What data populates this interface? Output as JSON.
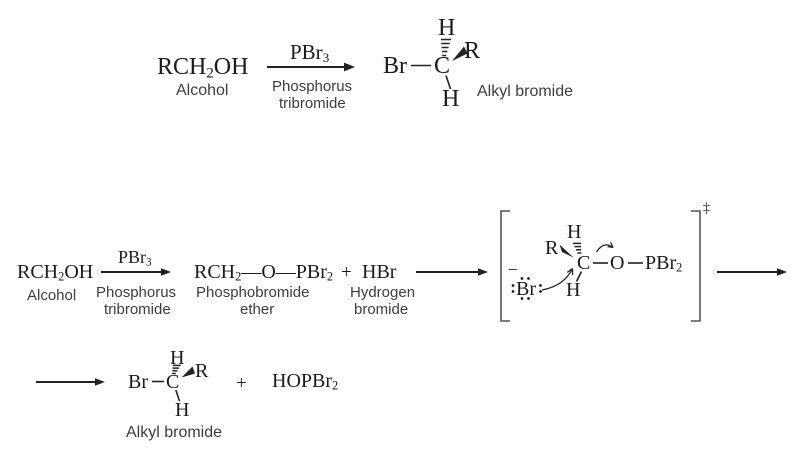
{
  "colors": {
    "formula": "#1b1b1b",
    "label": "#3d3d3d",
    "bond": "#222222",
    "bracket": "#555555"
  },
  "row1": {
    "alcohol": {
      "formula": [
        {
          "t": "RCH"
        },
        {
          "t": "2",
          "s": true
        },
        {
          "t": "OH"
        }
      ],
      "label": "Alcohol"
    },
    "arrow": {
      "above": [
        {
          "t": "PBr"
        },
        {
          "t": "3",
          "s": true
        }
      ],
      "below1": "Phosphorus",
      "below2": "tribromide"
    },
    "product": {
      "br": "Br",
      "c": "C",
      "h_top": "H",
      "r": "R",
      "h_bottom": "H",
      "label": "Alkyl bromide"
    }
  },
  "row2": {
    "alcohol": {
      "formula": [
        {
          "t": "RCH"
        },
        {
          "t": "2",
          "s": true
        },
        {
          "t": "OH"
        }
      ],
      "label": "Alcohol"
    },
    "arrow": {
      "above": [
        {
          "t": "PBr"
        },
        {
          "t": "3",
          "s": true
        }
      ],
      "below1": "Phosphorus",
      "below2": "tribromide"
    },
    "ether": {
      "formula": [
        {
          "t": "RCH"
        },
        {
          "t": "2",
          "s": true
        },
        {
          "t": "—O—PBr"
        },
        {
          "t": "2",
          "s": true
        }
      ],
      "label1": "Phosphobromide",
      "label2": "ether"
    },
    "plus": "+",
    "hbr": {
      "formula": [
        {
          "t": "HBr"
        }
      ],
      "label1": "Hydrogen",
      "label2": "bromide"
    },
    "transition_state": {
      "charge": "−",
      "br": "Br",
      "r": "R",
      "h_top": "H",
      "c": "C",
      "h_bottom": "H",
      "o": "O",
      "pbr2": [
        {
          "t": "PBr"
        },
        {
          "t": "2",
          "s": true
        }
      ],
      "dagger": "‡"
    }
  },
  "row3": {
    "product": {
      "br": "Br",
      "c": "C",
      "h_top": "H",
      "r": "R",
      "h_bottom": "H",
      "label": "Alkyl bromide"
    },
    "plus": "+",
    "hopbr2": {
      "formula": [
        {
          "t": "HOPBr"
        },
        {
          "t": "2",
          "s": true
        }
      ]
    }
  }
}
